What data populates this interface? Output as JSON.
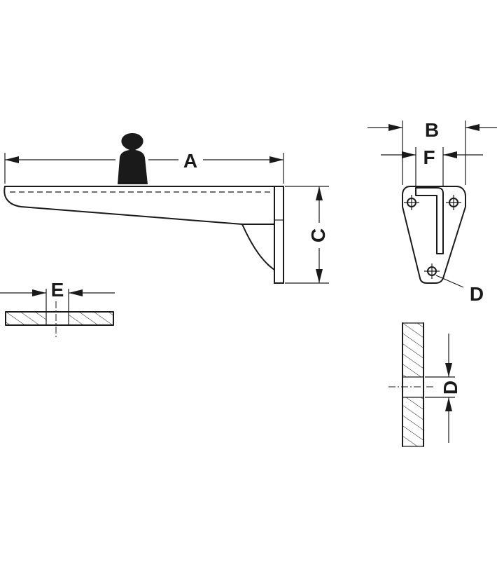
{
  "labels": {
    "a": "A",
    "b": "B",
    "c": "C",
    "d_hole": "D",
    "d_section": "D",
    "e": "E",
    "f": "F"
  },
  "colors": {
    "line": "#1a1a1a",
    "background": "#ffffff"
  },
  "icons": {
    "weight": "weight-icon"
  }
}
